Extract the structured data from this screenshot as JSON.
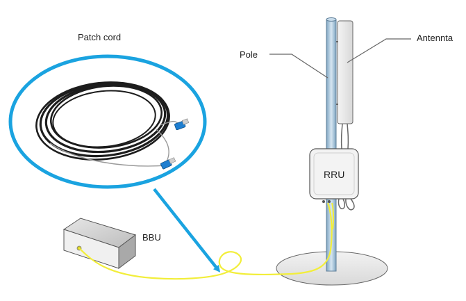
{
  "labels": {
    "patch_cord": "Patch cord",
    "pole": "Pole",
    "antenna": "Antennta",
    "rru": "RRU",
    "bbu": "BBU"
  },
  "colors": {
    "callout_blue": "#1aa3e0",
    "fiber_yellow": "#f2ee3a",
    "pole_blue": "#a9c6dc",
    "base_grey": "#e8e8e8",
    "outline": "#555555"
  }
}
